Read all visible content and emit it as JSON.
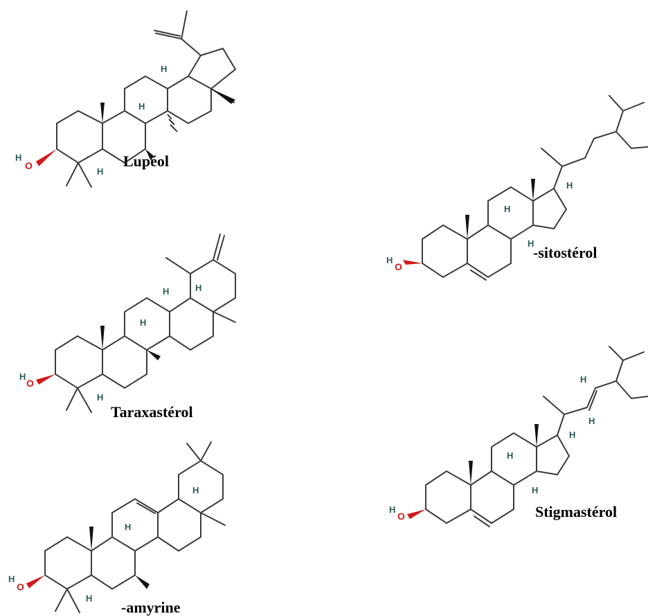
{
  "molecules": [
    {
      "id": "lupeol",
      "caption": "Lupéol",
      "oh_label": "O",
      "h_label": "H"
    },
    {
      "id": "sitosterol",
      "caption": "-sitostérol",
      "oh_label": "O",
      "h_label": "H"
    },
    {
      "id": "taraxasterol",
      "caption": "Taraxastérol",
      "oh_label": "O",
      "h_label": "H"
    },
    {
      "id": "stigmasterol",
      "caption": "Stigmastérol",
      "oh_label": "O",
      "h_label": "H"
    },
    {
      "id": "amyrine",
      "caption": "-amyrine",
      "oh_label": "O",
      "h_label": "H"
    }
  ],
  "colors": {
    "bond": "#3a3a3a",
    "oxygen": "#d11a1a",
    "hydrogen": "#2e5a5a"
  }
}
